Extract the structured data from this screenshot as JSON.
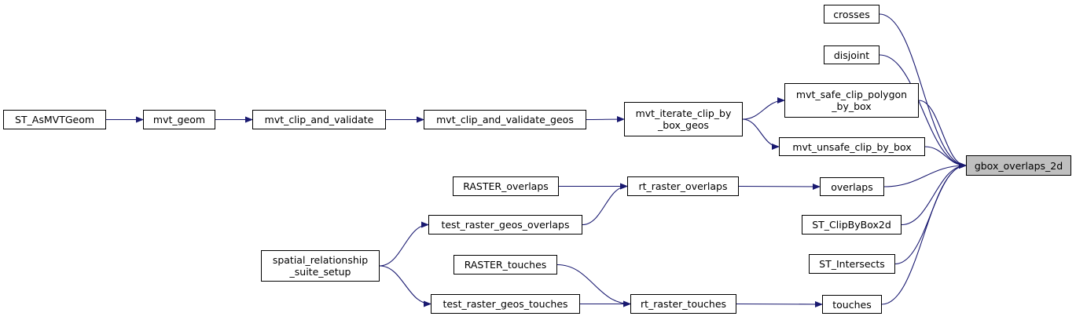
{
  "graph": {
    "target": {
      "line1": "gbox_overlaps_2d"
    },
    "nodes": {
      "crosses": {
        "line1": "crosses"
      },
      "disjoint": {
        "line1": "disjoint"
      },
      "mvt_safe_clip_polygon_by_box": {
        "line1": "mvt_safe_clip_polygon",
        "line2": "_by_box"
      },
      "mvt_unsafe_clip_by_box": {
        "line1": "mvt_unsafe_clip_by_box"
      },
      "overlaps": {
        "line1": "overlaps"
      },
      "st_clipbybox2d": {
        "line1": "ST_ClipByBox2d"
      },
      "st_intersects": {
        "line1": "ST_Intersects"
      },
      "touches": {
        "line1": "touches"
      },
      "mvt_iterate_clip_by_box_geos": {
        "line1": "mvt_iterate_clip_by",
        "line2": "_box_geos"
      },
      "mvt_clip_and_validate_geos": {
        "line1": "mvt_clip_and_validate_geos"
      },
      "mvt_clip_and_validate": {
        "line1": "mvt_clip_and_validate"
      },
      "mvt_geom": {
        "line1": "mvt_geom"
      },
      "st_asmvtgeom": {
        "line1": "ST_AsMVTGeom"
      },
      "rt_raster_overlaps": {
        "line1": "rt_raster_overlaps"
      },
      "raster_overlaps": {
        "line1": "RASTER_overlaps"
      },
      "test_raster_geos_overlaps": {
        "line1": "test_raster_geos_overlaps"
      },
      "spatial_relationship_suite_setup": {
        "line1": "spatial_relationship",
        "line2": "_suite_setup"
      },
      "rt_raster_touches": {
        "line1": "rt_raster_touches"
      },
      "raster_touches": {
        "line1": "RASTER_touches"
      },
      "test_raster_geos_touches": {
        "line1": "test_raster_geos_touches"
      }
    },
    "edges": [
      [
        "crosses",
        "gbox_overlaps_2d"
      ],
      [
        "disjoint",
        "gbox_overlaps_2d"
      ],
      [
        "mvt_safe_clip_polygon_by_box",
        "gbox_overlaps_2d"
      ],
      [
        "mvt_unsafe_clip_by_box",
        "gbox_overlaps_2d"
      ],
      [
        "overlaps",
        "gbox_overlaps_2d"
      ],
      [
        "st_clipbybox2d",
        "gbox_overlaps_2d"
      ],
      [
        "st_intersects",
        "gbox_overlaps_2d"
      ],
      [
        "touches",
        "gbox_overlaps_2d"
      ],
      [
        "mvt_iterate_clip_by_box_geos",
        "mvt_safe_clip_polygon_by_box"
      ],
      [
        "mvt_iterate_clip_by_box_geos",
        "mvt_unsafe_clip_by_box"
      ],
      [
        "mvt_clip_and_validate_geos",
        "mvt_iterate_clip_by_box_geos"
      ],
      [
        "mvt_clip_and_validate",
        "mvt_clip_and_validate_geos"
      ],
      [
        "mvt_geom",
        "mvt_clip_and_validate"
      ],
      [
        "st_asmvtgeom",
        "mvt_geom"
      ],
      [
        "rt_raster_overlaps",
        "overlaps"
      ],
      [
        "raster_overlaps",
        "rt_raster_overlaps"
      ],
      [
        "test_raster_geos_overlaps",
        "rt_raster_overlaps"
      ],
      [
        "spatial_relationship_suite_setup",
        "test_raster_geos_overlaps"
      ],
      [
        "rt_raster_touches",
        "touches"
      ],
      [
        "raster_touches",
        "rt_raster_touches"
      ],
      [
        "test_raster_geos_touches",
        "rt_raster_touches"
      ],
      [
        "spatial_relationship_suite_setup",
        "test_raster_geos_touches"
      ]
    ],
    "colors": {
      "edge": "#191970",
      "target_fill": "#bfbfbf",
      "node_border": "#000000"
    }
  }
}
